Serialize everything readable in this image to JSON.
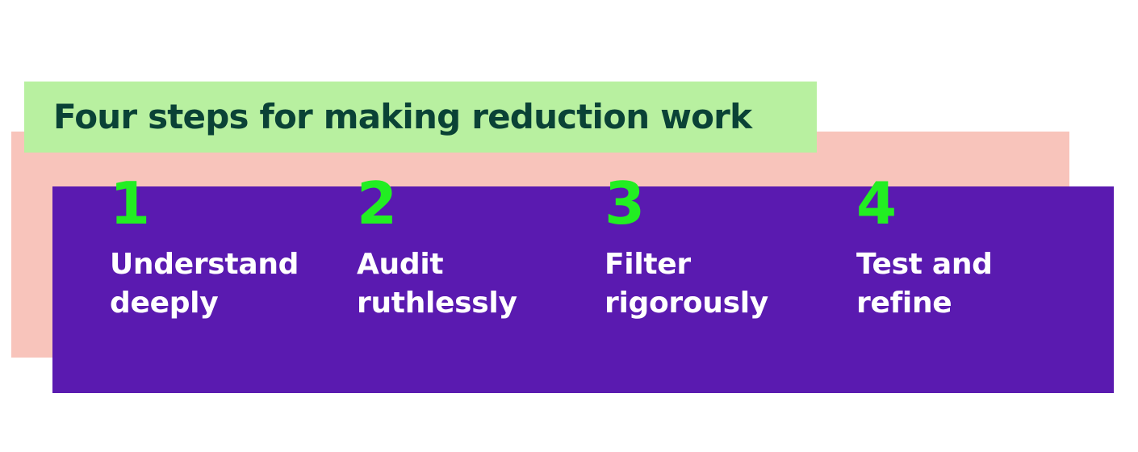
{
  "title": "Four steps for making reduction work",
  "steps": [
    {
      "number": "1",
      "label_line1": "Understand",
      "label_line2": "deeply"
    },
    {
      "number": "2",
      "label_line1": "Audit",
      "label_line2": "ruthlessly"
    },
    {
      "number": "3",
      "label_line1": "Filter",
      "label_line2": "rigorously"
    },
    {
      "number": "4",
      "label_line1": "Test and",
      "label_line2": "refine"
    }
  ],
  "colors": {
    "title_background": "#b8f0a0",
    "title_text": "#0a4236",
    "pink_background": "#f8c4bb",
    "purple_background": "#5a1ab0",
    "step_number": "#22ee22",
    "step_label": "#ffffff"
  }
}
